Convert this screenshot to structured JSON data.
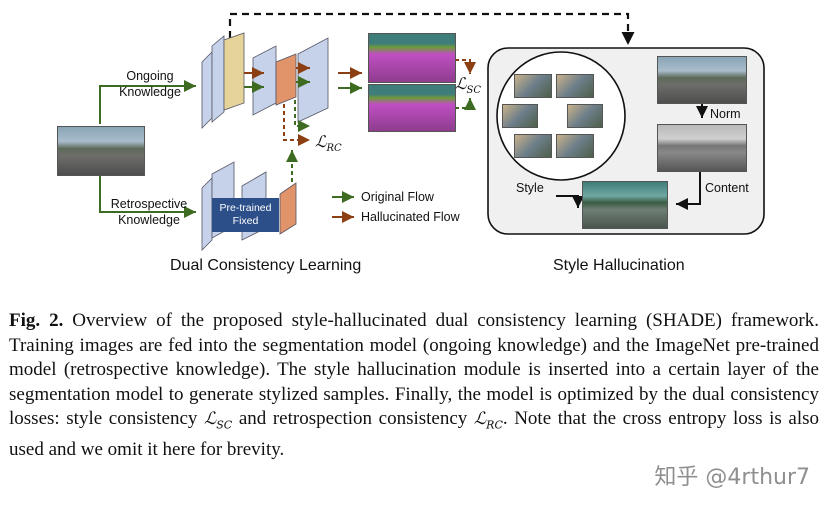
{
  "diagram": {
    "labels": {
      "ongoing_line1": "Ongoing",
      "ongoing_line2": "Knowledge",
      "retro_line1": "Retrospective",
      "retro_line2": "Knowledge",
      "pretrained_line1": "Pre-trained",
      "pretrained_line2": "Fixed",
      "loss_sc_base": "ℒ",
      "loss_sc_sub": "SC",
      "loss_rc_base": "ℒ",
      "loss_rc_sub": "RC",
      "legend_original": "Original Flow",
      "legend_hallucinated": "Hallucinated Flow",
      "norm": "Norm",
      "style": "Style",
      "content": "Content",
      "title_left": "Dual Consistency Learning",
      "title_right": "Style Hallucination"
    },
    "colors": {
      "original_flow": "#3d6b22",
      "hallucinated_flow": "#8b3f12",
      "layer_blue": "#c5d2ea",
      "layer_yellow": "#e6d39a",
      "layer_orange": "#e1946a",
      "pretrained_box": "#2c4f8a",
      "style_panel_bg": "#f0f0f0"
    }
  },
  "caption": {
    "fig_label": "Fig. 2.",
    "text_1": " Overview of the proposed style-hallucinated dual consistency learning (SHADE) framework. Training images are fed into the segmentation model (ongoing knowledge) and the ImageNet pre-trained model (retrospective knowledge). The style hallucination module is inserted into a certain layer of the segmentation model to generate stylized samples. Finally, the model is optimized by the dual consistency losses: style consistency ",
    "math_sc_base": "ℒ",
    "math_sc_sub": "SC",
    "text_2": " and retrospection consistency ",
    "math_rc_base": "ℒ",
    "math_rc_sub": "RC",
    "text_3": ". Note that the cross entropy loss is also used and we omit it here for brevity."
  },
  "watermark": "知乎 @4rthur7"
}
